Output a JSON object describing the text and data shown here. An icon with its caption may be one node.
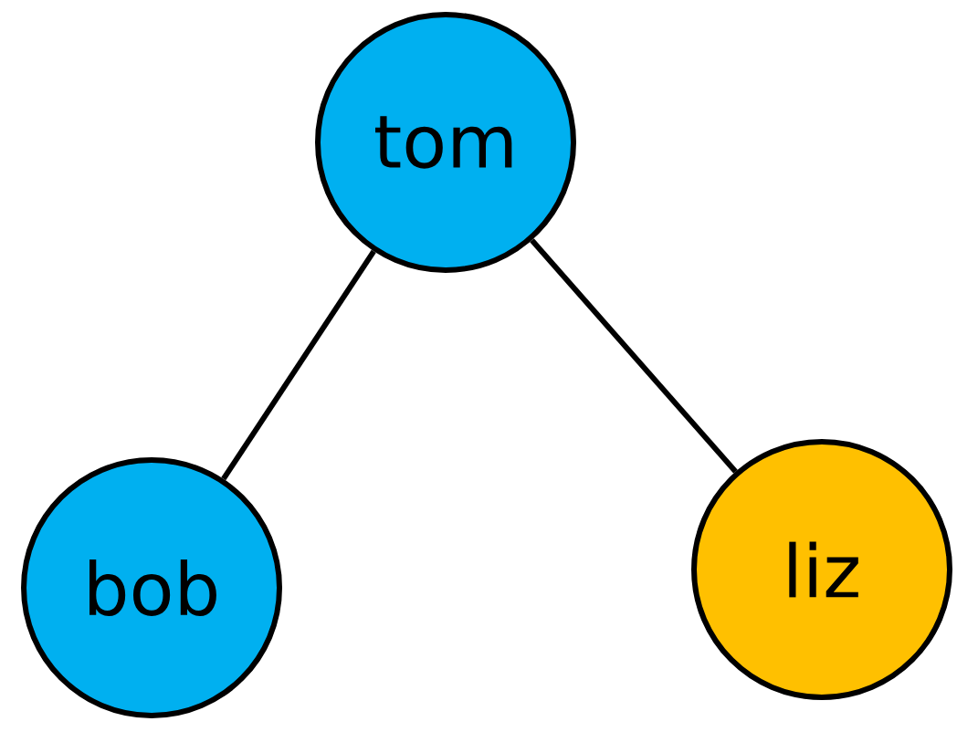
{
  "diagram": {
    "nodes": [
      {
        "text": [
          "tom"
        ]
      },
      {
        "text": [
          "bob"
        ]
      },
      {
        "text": [
          "liz"
        ]
      }
    ],
    "edges": [
      {
        "from": 0,
        "to": 1,
        "arrow": "none"
      },
      {
        "from": 0,
        "to": 2,
        "arrow": "none"
      }
    ]
  }
}
